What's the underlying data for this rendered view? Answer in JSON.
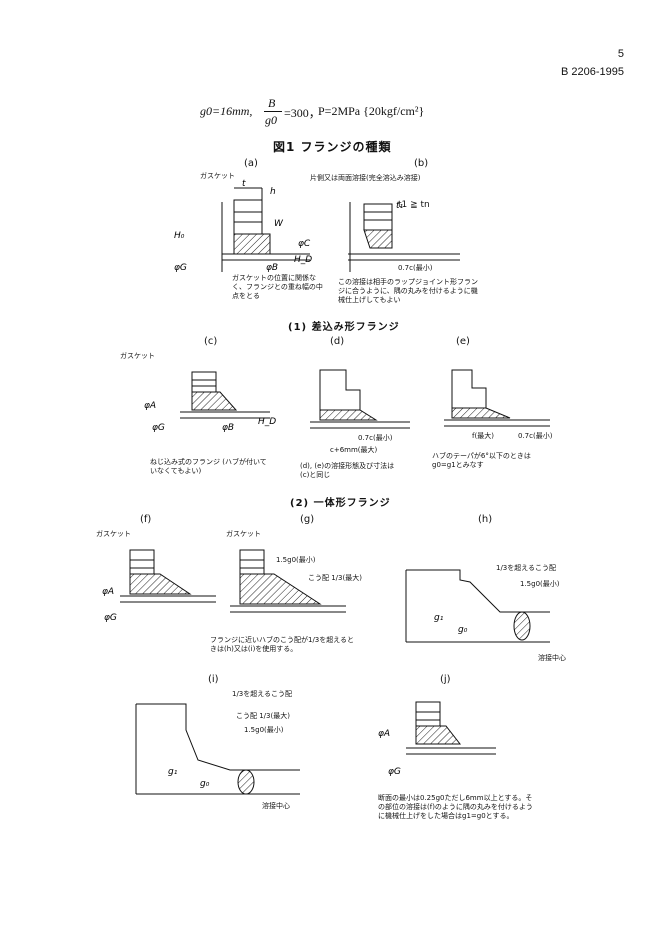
{
  "header": {
    "page_number": "5",
    "standard": "B 2206-1995"
  },
  "formula": {
    "g0": "g0=16mm,",
    "ratio_num": "B",
    "ratio_den": "g0",
    "ratio_val": "=300，",
    "pressure": "P=2MPa {20kgf/cm²}"
  },
  "figure_title": "図1  フランジの種類",
  "panels": {
    "a": "(a)",
    "b": "(b)",
    "c": "(c)",
    "d": "(d)",
    "e": "(e)",
    "f": "(f)",
    "g": "(g)",
    "h": "(h)",
    "i": "(i)",
    "j": "(j)"
  },
  "section1": "(1)  差込み形フランジ",
  "section2": "(2)  一体形フランジ",
  "labels": {
    "gasket": "ガスケット",
    "a_note": "ガスケットの位置に関係なく、フランジとの重ね幅の中点をとる",
    "b_top": "片側又は両面溶接(完全溶込み溶接)",
    "b_t": "t1 ≧ tn",
    "b_note": "この溶接は相手のラップジョイント形フランジに合うように、隅の丸みを付けるように機械仕上げしてもよい",
    "min07c": "0.7c(最小)",
    "c_note": "ねじ込み式のフランジ (ハブが付いていなくてもよい)",
    "d_max": "c+6mm(最大)",
    "d_note": "(d), (e)の溶接形態及び寸法は(c)と同じ",
    "e_f": "f(最大)",
    "e_note": "ハブのテーパが6°以下のときはg0=g1とみなす",
    "g_15g0": "1.5g0(最小)",
    "g_slope": "こう配 1/3(最大)",
    "g_note": "フランジに近いハブのこう配が1/3を超えるときは(h)又は(i)を使用する。",
    "h_top": "1/3を超えるこう配",
    "h_15g0": "1.5g0(最小)",
    "weld_center": "溶接中心",
    "i_top": "1/3を超えるこう配",
    "i_slope": "こう配 1/3(最大)",
    "i_15g0": "1.5g0(最小)",
    "j_note": "断面の最小は0.25g0ただし6mm以上とする。その部位の溶接は(f)のように隅の丸みを付けるように機械仕上げをした場合はg1=g0とする。"
  }
}
